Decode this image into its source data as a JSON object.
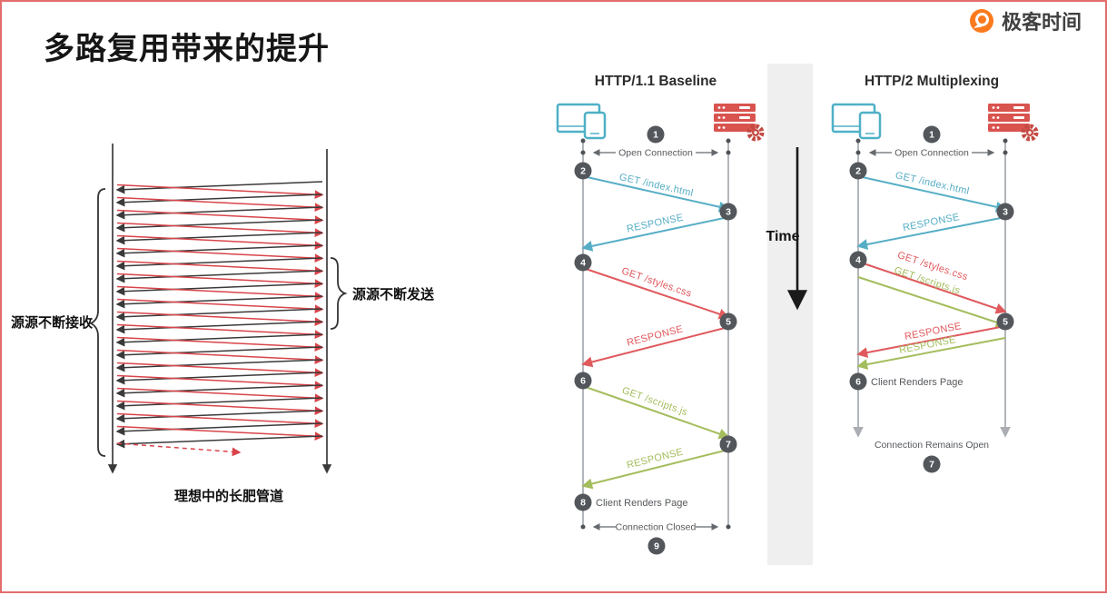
{
  "slide": {
    "title": "多路复用带来的提升",
    "brand": "极客时间"
  },
  "colors": {
    "accent_teal": "#56aec6",
    "accent_red": "#e0595d",
    "accent_green": "#a3bd5c",
    "badge_gray": "#53575c",
    "brand_orange": "#fb7a1e",
    "border_red": "#e36d6d"
  },
  "pipe": {
    "receive_label": "源源不断接收",
    "send_label": "源源不断发送",
    "caption": "理想中的长肥管道"
  },
  "timeline": {
    "label": "Time"
  },
  "http11": {
    "title": "HTTP/1.1 Baseline",
    "open_label": "Open Connection",
    "get_index": "GET /index.html",
    "response_index": "RESPONSE",
    "get_styles": "GET /styles.css",
    "response_styles": "RESPONSE",
    "get_scripts": "GET /scripts.js",
    "response_scripts": "RESPONSE",
    "render_label": "Client Renders Page",
    "closed_label": "Connection Closed",
    "steps": [
      "1",
      "2",
      "3",
      "4",
      "5",
      "6",
      "7",
      "8",
      "9"
    ]
  },
  "http2": {
    "title": "HTTP/2 Multiplexing",
    "open_label": "Open Connection",
    "get_index": "GET /index.html",
    "response_index": "RESPONSE",
    "get_styles": "GET /styles.css",
    "get_scripts": "GET /scripts.js",
    "response_styles": "RESPONSE",
    "response_scripts": "RESPONSE",
    "render_label": "Client Renders Page",
    "remains_label": "Connection Remains Open",
    "steps": [
      "1",
      "2",
      "3",
      "4",
      "5",
      "6",
      "7"
    ]
  }
}
